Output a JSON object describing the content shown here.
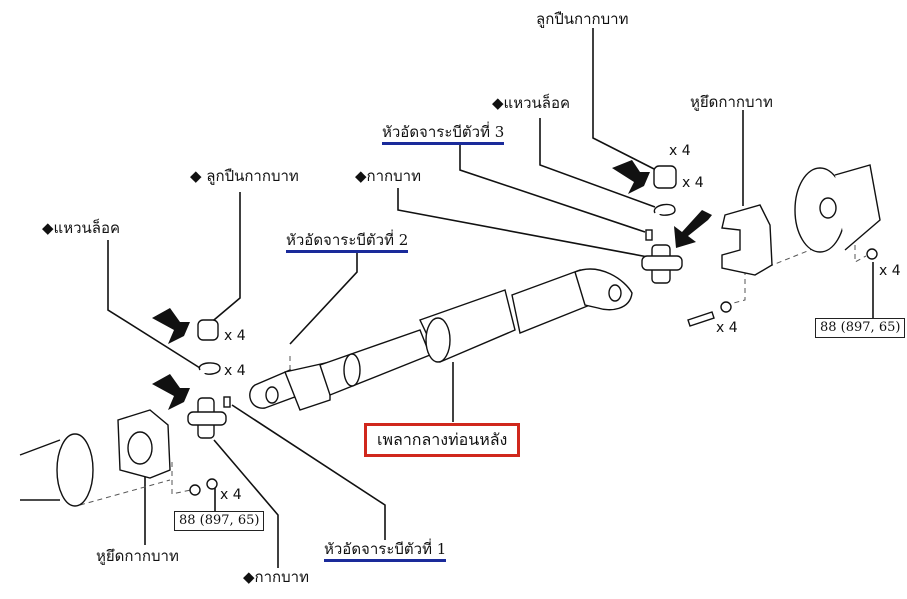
{
  "diagram": {
    "title_part": "เพลากลางท่อนหลัง",
    "accent_colors": {
      "joint_underline": "#1a2a9a",
      "main_part_box": "#d0281c",
      "line": "#111111"
    },
    "labels": {
      "bearing_cup_top": "ลูกปืนกากบาท",
      "snap_ring_right": "◆แหวนล็อค",
      "joint_3": "หัวอัดจาระบีตัวที่ 3",
      "flange_yoke_right": "หูยึดกากบาท",
      "spider_right": "◆กากบาท",
      "bearing_cup_left": "◆ ลูกปืนกากบาท",
      "joint_2": "หัวอัดจาระบีตัวที่ 2",
      "snap_ring_left": "◆แหวนล็อค",
      "joint_1": "หัวอัดจาระบีตัวที่ 1",
      "flange_yoke_left": "หูยึดกากบาท",
      "spider_left": "◆กากบาท"
    },
    "quantities": {
      "bearing_top_a": "x 4",
      "bearing_top_b": "x 4",
      "bolt_right": "x 4",
      "nut_right": "x 4",
      "bearing_left": "x 4",
      "snap_left": "x 4",
      "nut_left": "x 4"
    },
    "torques": {
      "right": "88 (897, 65)",
      "left": "88 (897, 65)"
    },
    "icons": [
      "arrow-indicator-icon",
      "bearing-cup-icon",
      "snap-ring-icon",
      "spider-icon",
      "grease-fitting-icon",
      "flange-yoke-icon",
      "propeller-shaft-icon",
      "bolt-icon",
      "nut-icon",
      "companion-flange-icon"
    ]
  }
}
